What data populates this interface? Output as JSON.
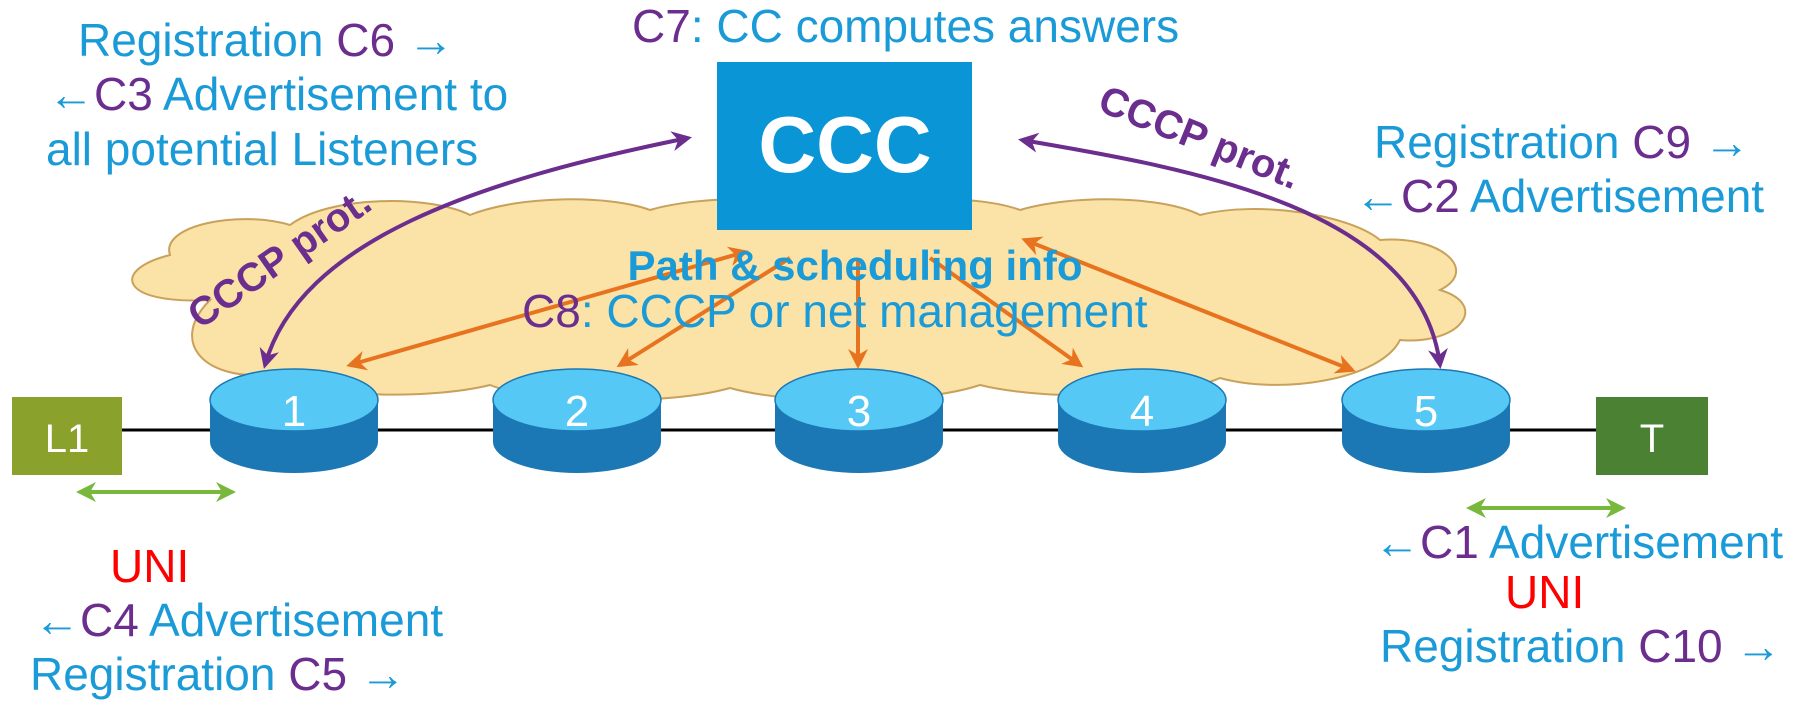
{
  "colors": {
    "cloud_fill": "#fbe3a8",
    "cloud_stroke": "#c9a15a",
    "ccc_box": "#0a96d6",
    "router_top": "#55c8f5",
    "router_side": "#1c78b4",
    "orange_arrow": "#e8731f",
    "purple_arrow": "#6b2d8e",
    "green_arrow": "#78b83c",
    "l1_box": "#8aa12b",
    "t_box": "#4a8132",
    "blue_text": "#1a9bd7",
    "purple_text": "#6b2d8e",
    "red_text": "#ff0000"
  },
  "ccc": {
    "label": "CCC"
  },
  "top_labels": {
    "c7_prefix": "C7",
    "c7_rest": ": CC computes answers",
    "path_info": "Path & scheduling info",
    "c8_prefix": "C8",
    "c8_rest": ": CCCP or net management"
  },
  "left_top": {
    "line1_a": "Registration ",
    "line1_c": "C6",
    "line1_arrow": " →",
    "line2_arrow": "←",
    "line2_c": "C3",
    "line2_rest": "  Advertisement to",
    "line3": "all potential Listeners"
  },
  "right_top": {
    "line1_a": "Registration ",
    "line1_c": "C9",
    "line1_arrow": " →",
    "line2_arrow": "←",
    "line2_c": "C2",
    "line2_rest": " Advertisement"
  },
  "cccp_left": "CCCP prot.",
  "cccp_right": "CCCP prot.",
  "nodes": [
    "1",
    "2",
    "3",
    "4",
    "5"
  ],
  "endpoints": {
    "left": "L1",
    "right": "T"
  },
  "left_bottom": {
    "uni": "UNI",
    "line2_arrow": "←",
    "line2_c": "C4",
    "line2_rest": " Advertisement",
    "line3_a": "Registration ",
    "line3_c": "C5",
    "line3_arrow": " →"
  },
  "right_bottom": {
    "line1_arrow": "←",
    "line1_c": "C1",
    "line1_rest": " Advertisement",
    "uni": "UNI",
    "line3_a": "Registration ",
    "line3_c": "C10",
    "line3_arrow": " →"
  }
}
